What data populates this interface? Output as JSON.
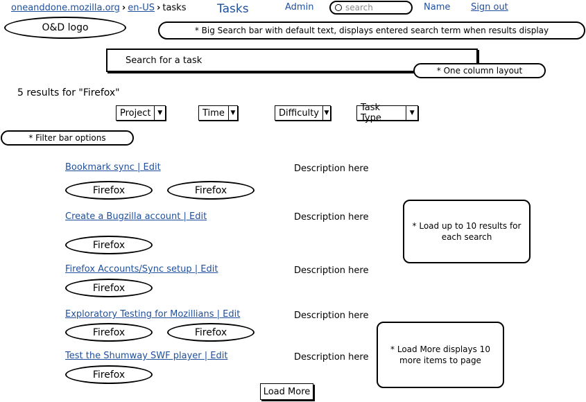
{
  "header": {
    "breadcrumb": [
      "oneanddone.mozilla.org",
      "en-US",
      "tasks"
    ],
    "title": "Tasks",
    "admin_link": "Admin",
    "search_placeholder": "search",
    "name_link": "Name",
    "signout_link": "Sign out",
    "logo_text": "O&D logo"
  },
  "annotations": {
    "search_bar": "* Big Search bar with default text, displays entered search term when results display",
    "one_column": "* One column layout",
    "filter_bar": "* Filter bar options",
    "load_up": "* Load up to 10 results for each search",
    "load_more": "* Load More displays 10 more items to page"
  },
  "search": {
    "placeholder": "Search for a task"
  },
  "results_heading": "5 results for \"Firefox\"",
  "filters": [
    {
      "label": "Project"
    },
    {
      "label": "Time"
    },
    {
      "label": "Difficulty"
    },
    {
      "label": "Task Type"
    }
  ],
  "tasks": [
    {
      "title": "Bookmark sync  |  Edit",
      "description": "Description here",
      "tags": [
        "Firefox",
        "Firefox"
      ]
    },
    {
      "title": "Create a Bugzilla account  |  Edit",
      "description": "Description here",
      "tags": [
        "Firefox"
      ]
    },
    {
      "title": "Firefox Accounts/Sync setup  |  Edit",
      "description": "Description here",
      "tags": [
        "Firefox"
      ]
    },
    {
      "title": "Exploratory Testing for Mozillians  |  Edit",
      "description": "Description here",
      "tags": [
        "Firefox",
        "Firefox"
      ]
    },
    {
      "title": "Test the Shumway SWF player  |  Edit",
      "description": "Description here",
      "tags": [
        "Firefox"
      ]
    }
  ],
  "load_more_label": "Load More"
}
